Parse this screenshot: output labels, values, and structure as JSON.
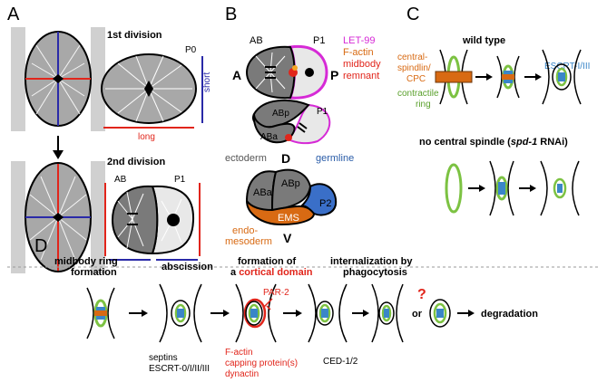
{
  "panelA": {
    "letter": "A",
    "first_division": "1st division",
    "second_division": "2nd division",
    "p0": "P0",
    "short": "short",
    "long": "long",
    "ab": "AB",
    "p1": "P1"
  },
  "panelB": {
    "letter": "B",
    "ab": "AB",
    "p1": "P1",
    "a": "A",
    "p": "P",
    "legend": [
      "LET-99",
      "F-actin",
      "midbody",
      "remnant"
    ],
    "abp_top": "ABp",
    "aba_top": "ABa",
    "p1_2": "P1",
    "ectoderm": "ectoderm",
    "d": "D",
    "germline": "germline",
    "abp": "ABp",
    "aba": "ABa",
    "p2": "P2",
    "ems": "EMS",
    "endo": "endo-",
    "mesoderm": "mesoderm",
    "v": "V"
  },
  "panelC": {
    "letter": "C",
    "wild_type": "wild type",
    "central": [
      "central-",
      "spindlin/",
      "CPC"
    ],
    "escrt": "ESCRT-I/III",
    "contractile": [
      "contractile",
      "ring"
    ],
    "no_spindle_prefix": "no central spindle (",
    "no_spindle_italic": "spd-1",
    "no_spindle_suffix": " RNAi)"
  },
  "panelD": {
    "letter": "D",
    "h_midbody": [
      "midbody ring",
      "formation"
    ],
    "h_abscission": "abscission",
    "h_cortical_1": "formation of",
    "h_cortical_2a": "a ",
    "h_cortical_2b": "cortical domain",
    "h_intern": [
      "internalization by",
      "phagocytosis"
    ],
    "par2": "PAR-2",
    "septins": [
      "septins",
      "ESCRT-0/I/II/III"
    ],
    "factin_list": [
      "F-actin",
      "capping protein(s)",
      "dynactin"
    ],
    "ced": "CED-1/2",
    "question": "?",
    "or": "or",
    "degradation": "degradation"
  },
  "colors": {
    "red": "#e1251b",
    "blue": "#2a2aa8",
    "magenta": "#d62ad6",
    "orange": "#d86a13",
    "green": "#7cc242",
    "teal": "#3a86c8",
    "dark_gray": "#7a7a7a",
    "light_gray": "#d9d9d9",
    "cell_gray": "#a8a8a8",
    "panel_divider": "#9a9a9a"
  }
}
